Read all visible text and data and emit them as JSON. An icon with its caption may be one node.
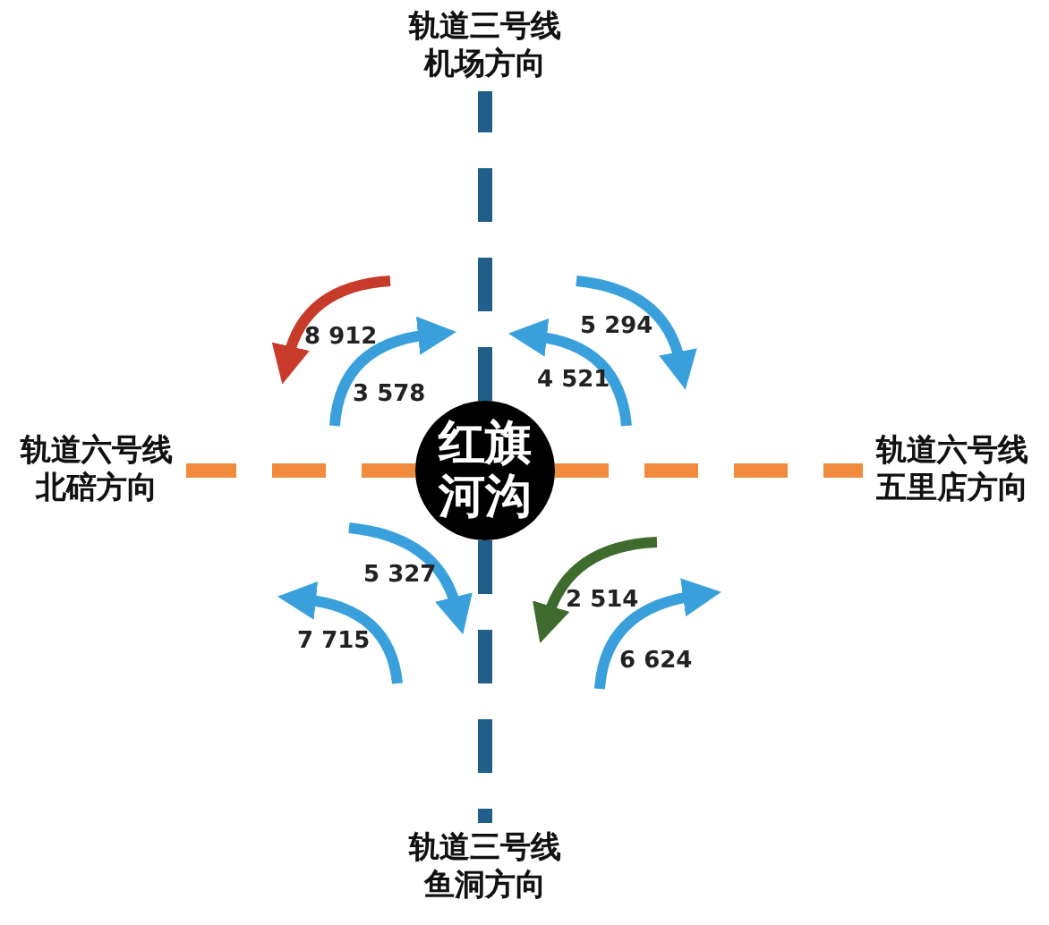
{
  "diagram": {
    "nodes": [
      {
        "text": [
          "红旗河沟"
        ]
      },
      {
        "text": [
          "轨道三号线机场方向"
        ]
      },
      {
        "text": [
          "轨道六号线北碚方向"
        ]
      },
      {
        "text": [
          "轨道六号线五里店方向"
        ]
      },
      {
        "text": [
          "轨道三号线鱼洞方向"
        ]
      }
    ],
    "edges": [
      {
        "from": 0,
        "to": 1,
        "arrow": "none",
        "style": "dashed",
        "color": "#1f5f8a"
      },
      {
        "from": 0,
        "to": 2,
        "arrow": "none",
        "style": "dashed",
        "color": "#f08a3c"
      },
      {
        "from": 0,
        "to": 3,
        "arrow": "none",
        "style": "dashed",
        "color": "#f08a3c"
      },
      {
        "from": 0,
        "to": 4,
        "arrow": "none",
        "style": "dashed",
        "color": "#1f5f8a"
      }
    ],
    "labels": [
      "8 912",
      "3 578",
      "5 294",
      "4 521",
      "5 327",
      "7 715",
      "2 514",
      "6 624"
    ]
  }
}
